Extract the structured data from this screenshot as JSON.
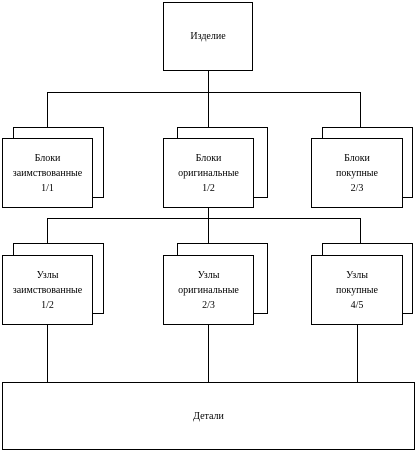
{
  "diagram": {
    "root": {
      "label": "Изделие"
    },
    "blocks": [
      {
        "lines": [
          "Блоки",
          "заимствованные",
          "1/1"
        ]
      },
      {
        "lines": [
          "Блоки",
          "оригинальные",
          "1/2"
        ]
      },
      {
        "lines": [
          "Блоки",
          "покупные",
          "2/3"
        ]
      }
    ],
    "units": [
      {
        "lines": [
          "Узлы",
          "заимствованные",
          "1/2"
        ]
      },
      {
        "lines": [
          "Узлы",
          "оригинальные",
          "2/3"
        ]
      },
      {
        "lines": [
          "Узлы",
          "покупные",
          "4/5"
        ]
      }
    ],
    "parts": {
      "label": "Детали"
    }
  }
}
